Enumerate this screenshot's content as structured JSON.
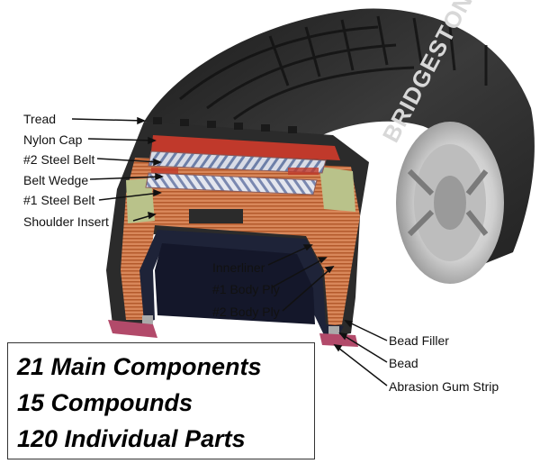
{
  "brand": "BRIDGESTONE",
  "labels": {
    "tread": "Tread",
    "nylon_cap": "Nylon Cap",
    "steel_belt_2": "#2 Steel Belt",
    "belt_wedge": "Belt Wedge",
    "steel_belt_1": "#1 Steel Belt",
    "shoulder_insert": "Shoulder Insert",
    "innerliner": "Innerliner",
    "body_ply_1": "#1 Body Ply",
    "body_ply_2": "#2 Body Ply",
    "bead_filler": "Bead Filler",
    "bead": "Bead",
    "abrasion_gum_strip": "Abrasion Gum Strip"
  },
  "summary": {
    "main_components": "21 Main Components",
    "compounds": "15 Compounds",
    "individual_parts": "120 Individual Parts"
  },
  "colors": {
    "tire_rubber": "#2b2b2b",
    "nylon_cap": "#c0392b",
    "steel_belt": "#7f8fb0",
    "body_ply": "#c96a3a",
    "shoulder_insert": "#b9c28a",
    "innerliner": "#2a3350"
  }
}
